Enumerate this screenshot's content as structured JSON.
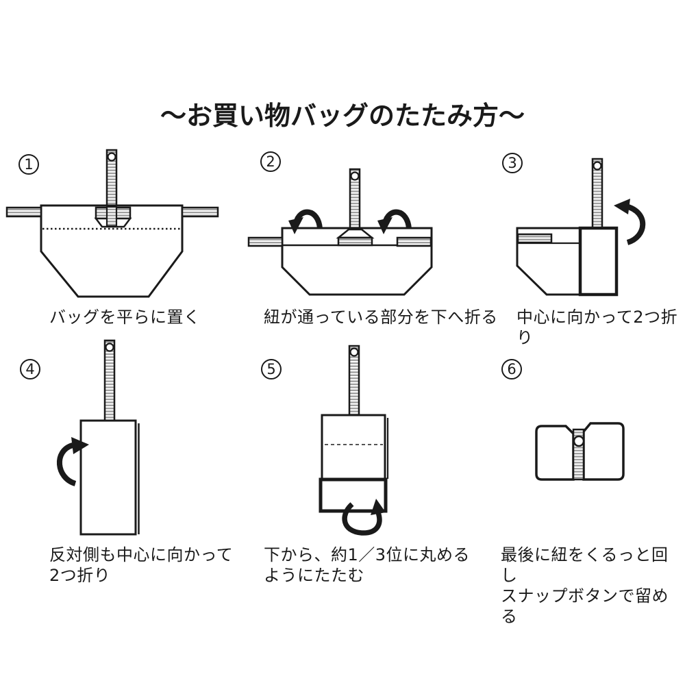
{
  "title": "～お買い物バッグのたたみ方～",
  "colors": {
    "ink": "#1a1a1a",
    "stripe_gray": "#999999",
    "background": "#ffffff"
  },
  "steps": [
    {
      "num": "1",
      "caption": "バッグを平らに置く",
      "illustration": "bag-laid-flat-with-drawstring"
    },
    {
      "num": "2",
      "caption": "紐が通っている部分を下へ折る",
      "illustration": "top-casing-folded-down-with-two-arrows"
    },
    {
      "num": "3",
      "caption": "中心に向かって2つ折り",
      "illustration": "right-side-folded-to-center-with-arrow"
    },
    {
      "num": "4",
      "caption": "反対側も中心に向かって\n2つ折り",
      "illustration": "narrow-folded-bag-with-arrow"
    },
    {
      "num": "5",
      "caption": "下から、約1／3位に丸める\nようにたたむ",
      "illustration": "roll-from-bottom-third-with-arrow"
    },
    {
      "num": "6",
      "caption": "最後に紐をくるっと回し\nスナップボタンで留める",
      "illustration": "bundle-wrapped-with-strap-and-snap-button"
    }
  ]
}
